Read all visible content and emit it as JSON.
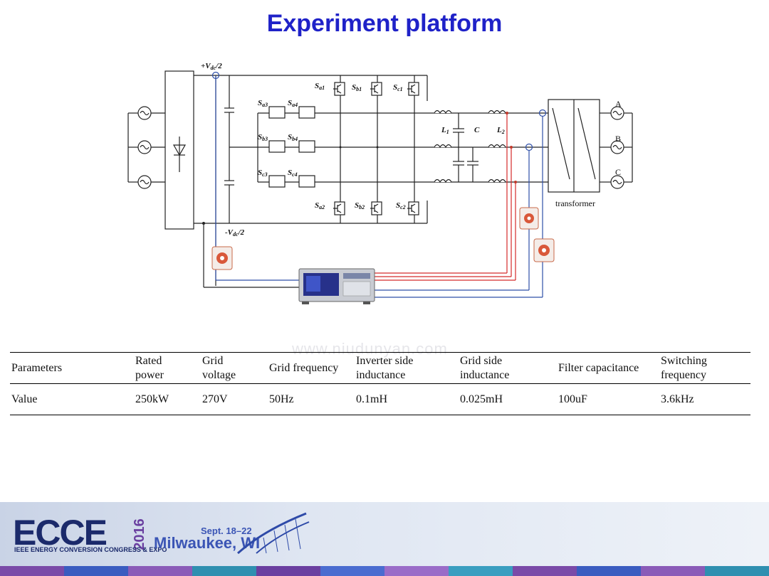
{
  "slide": {
    "title": "Experiment platform"
  },
  "circuit": {
    "labels": {
      "vdc_pos": "+V",
      "vdc_pos_sub": "dc",
      "vdc_pos_tail": "/2",
      "vdc_neg": "-V",
      "vdc_neg_sub": "dc",
      "vdc_neg_tail": "/2",
      "sa1": "S",
      "sa1_sub": "a1",
      "sb1": "S",
      "sb1_sub": "b1",
      "sc1": "S",
      "sc1_sub": "c1",
      "sa2": "S",
      "sa2_sub": "a2",
      "sb2": "S",
      "sb2_sub": "b2",
      "sc2": "S",
      "sc2_sub": "c2",
      "sa3": "S",
      "sa3_sub": "a3",
      "sa4": "S",
      "sa4_sub": "a4",
      "sb3": "S",
      "sb3_sub": "b3",
      "sb4": "S",
      "sb4_sub": "b4",
      "sc3": "S",
      "sc3_sub": "c3",
      "sc4": "S",
      "sc4_sub": "c4",
      "l1": "L",
      "l1_sub": "1",
      "c": "C",
      "l2": "L",
      "l2_sub": "2",
      "phase_a": "A",
      "phase_b": "B",
      "phase_c": "C",
      "transformer": "transformer"
    }
  },
  "watermark": "www.niudunyan.com",
  "table": {
    "headers": [
      [
        "Parameters"
      ],
      [
        "Rated",
        "power"
      ],
      [
        "Grid",
        "voltage"
      ],
      [
        "Grid frequency"
      ],
      [
        "Inverter side",
        "inductance"
      ],
      [
        "Grid side",
        "inductance"
      ],
      [
        "Filter capacitance"
      ],
      [
        "Switching",
        "frequency"
      ]
    ],
    "values": [
      "Value",
      "250kW",
      "270V",
      "50Hz",
      "0.1mH",
      "0.025mH",
      "100uF",
      "3.6kHz"
    ]
  },
  "footer": {
    "logo": "ECCE",
    "year": "2016",
    "subtitle": "IEEE ENERGY CONVERSION CONGRESS & EXPO",
    "dates": "Sept. 18–22",
    "city": "Milwaukee, WI",
    "stripe_colors": [
      "#7a4aa8",
      "#3a5cc0",
      "#8a5bb8",
      "#2f8fb0",
      "#6a3fa0",
      "#4a6cd0",
      "#9a6cc8",
      "#3a9ec0",
      "#7a4aa8",
      "#3a5cc0",
      "#8a5bb8",
      "#2f8fb0"
    ]
  }
}
